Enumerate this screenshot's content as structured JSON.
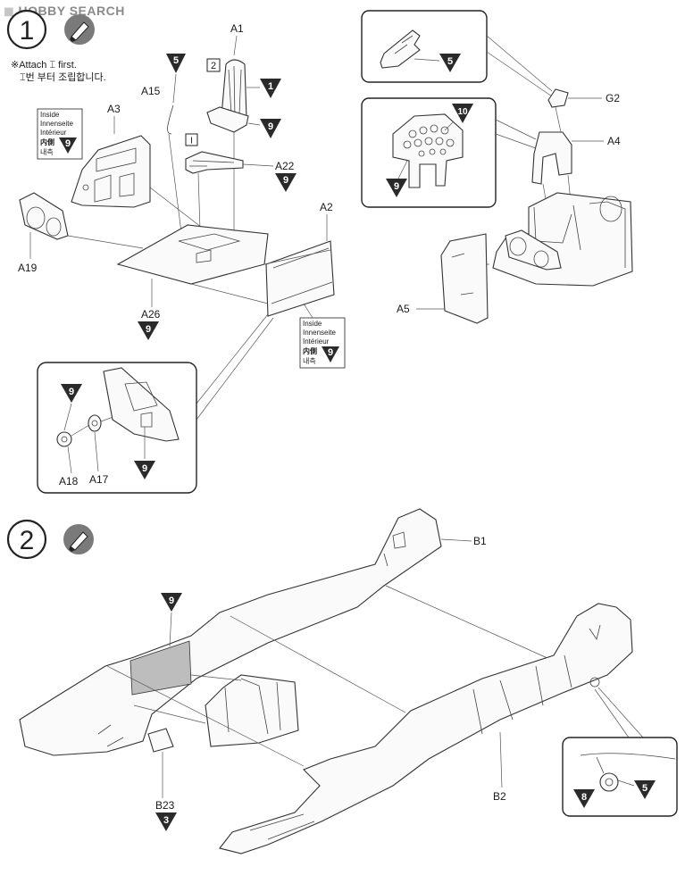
{
  "watermark": {
    "brand": "HOBBY SEARCH"
  },
  "steps": [
    {
      "number": "1"
    },
    {
      "number": "2"
    }
  ],
  "note": {
    "line1": "※Attach ⌶ first.",
    "line2": "⌶번 부터 조립합니다."
  },
  "sub_markers": {
    "a": "2",
    "b": "I"
  },
  "inside_label": {
    "lines": [
      "Inside",
      "Innenseite",
      "Intérieur",
      "内側",
      "내측"
    ],
    "color_code": "9"
  },
  "part_labels": {
    "A1": "A1",
    "A2": "A2",
    "A3": "A3",
    "A4": "A4",
    "A5": "A5",
    "A15": "A15",
    "A17": "A17",
    "A18": "A18",
    "A19": "A19",
    "A22": "A22",
    "A26": "A26",
    "G2": "G2",
    "B1": "B1",
    "B2": "B2",
    "B23": "B23"
  },
  "color_codes": {
    "a15": "5",
    "a1": "1",
    "a1b": "9",
    "a22": "9",
    "a3": "9",
    "a26": "9",
    "a2": "9",
    "detail_a18": "9",
    "detail_panel": "9",
    "g2_detail": "5",
    "panel_ten": "10",
    "panel_nine": "9",
    "step2_cockpit": "9",
    "b23": "3",
    "wheel_left": "8",
    "wheel_right": "5"
  },
  "icons": {
    "step_badge": "circle-number",
    "paint": "paint-brush-icon",
    "color_marker": "inverted-triangle"
  }
}
